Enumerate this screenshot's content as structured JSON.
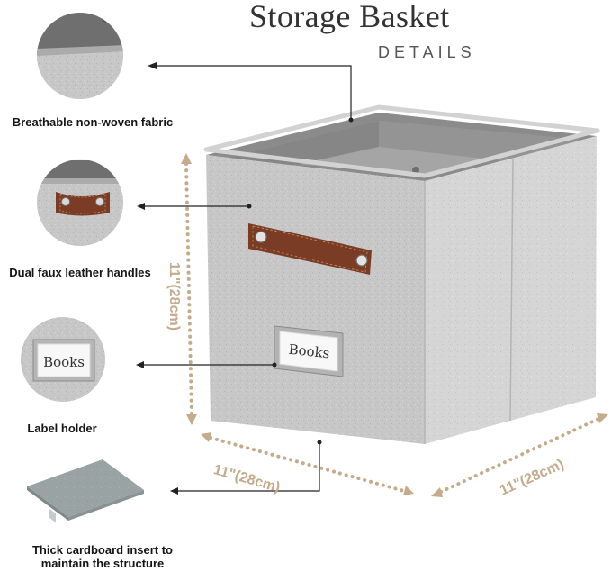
{
  "header": {
    "title": "Storage Basket",
    "subtitle": "DETAILS"
  },
  "features": [
    {
      "label": "Breathable non-woven fabric",
      "icon": "fabric-detail"
    },
    {
      "label": "Dual faux leather handles",
      "icon": "leather-handle-detail"
    },
    {
      "label": "Label holder",
      "icon": "label-holder-detail",
      "label_card_text": "Books"
    },
    {
      "label": "Thick cardboard insert to\nmaintain the structure",
      "icon": "cardboard-insert-detail"
    }
  ],
  "product": {
    "label_card_text": "Books",
    "dimensions": {
      "height": "11\"(28cm)",
      "width": "11\"(28cm)",
      "depth": "11\"(28cm)"
    }
  },
  "colors": {
    "fabric_gray": "#c4c4c4",
    "interior_gray": "#929292",
    "leather_brown": "#7a3c24",
    "dimension_gold": "#c3ab8b",
    "line_dark": "#222222"
  }
}
